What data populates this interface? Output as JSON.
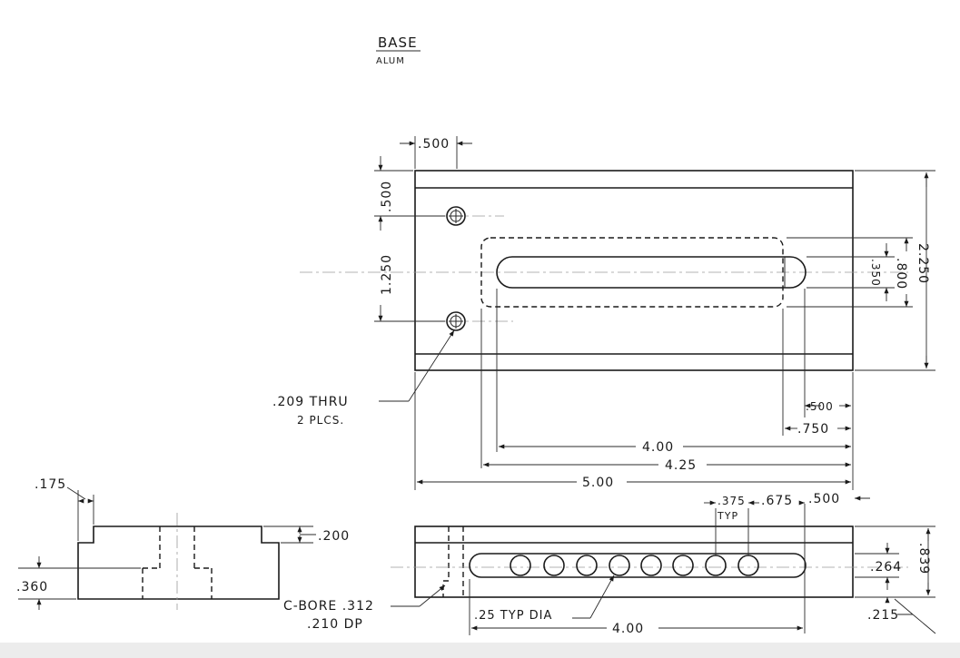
{
  "title": {
    "name": "BASE",
    "material": "ALUM"
  },
  "top_view": {
    "dim_left_offset": ".500",
    "dim_top_hole": ".500",
    "dim_hole_spacing": "1.250",
    "dim_width": "2.250",
    "dim_slot_width": ".350",
    "dim_pocket_width": ".800",
    "dim_end_500": ".500",
    "dim_end_750": ".750",
    "dim_slot_len": "4.00",
    "dim_pocket_len": "4.25",
    "dim_length": "5.00",
    "note_hole_1": ".209 THRU",
    "note_hole_2": "2 PLCS."
  },
  "end_view": {
    "dim_step": ".175",
    "dim_step_h": ".200",
    "dim_height": ".360"
  },
  "front_view": {
    "dim_pitch": ".375",
    "dim_pitch_note": "TYP",
    "dim_675": ".675",
    "dim_500": ".500",
    "dim_height": ".839",
    "dim_264": ".264",
    "dim_215": ".215",
    "note_cbore_1": "C-BORE .312",
    "note_cbore_2": ".210 DP",
    "note_dia": ".25 TYP DIA",
    "dim_len": "4.00"
  },
  "colors": {
    "ink": "#1a1a1a",
    "paper": "#ffffff",
    "center_line": "#9a9a9a"
  }
}
